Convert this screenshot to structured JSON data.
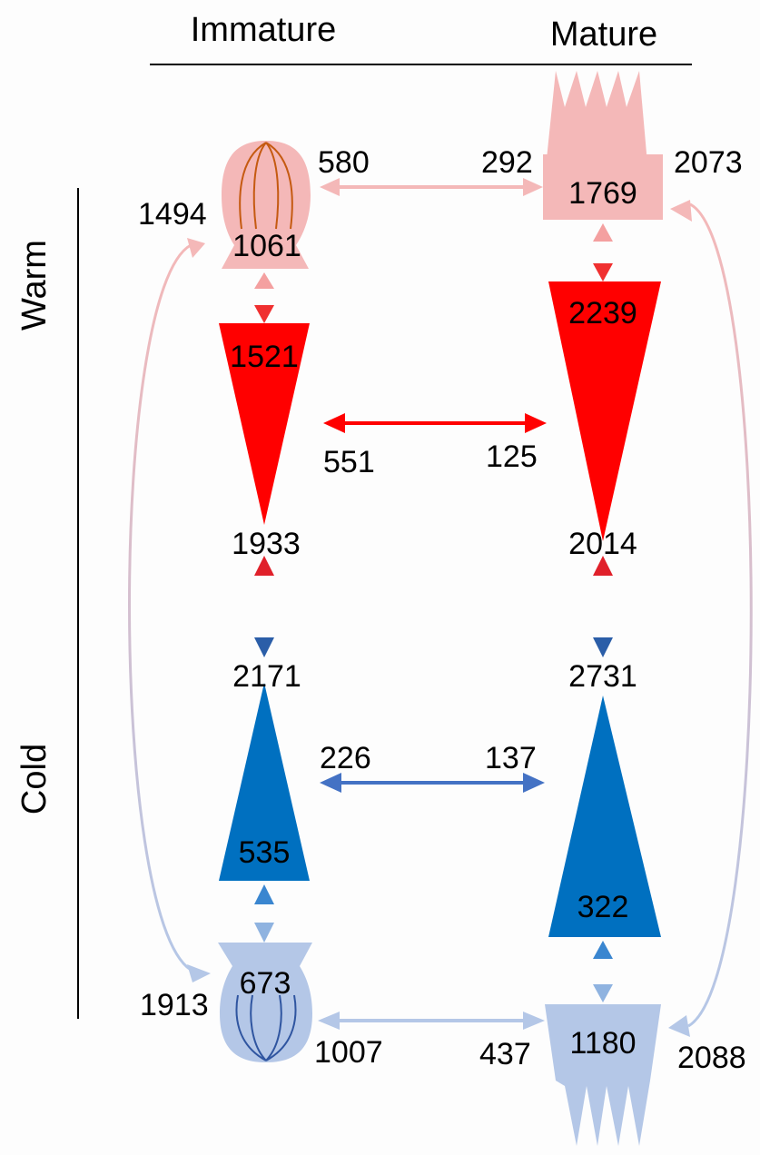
{
  "headers": {
    "immature": "Immature",
    "mature": "Mature",
    "warm": "Warm",
    "cold": "Cold"
  },
  "colors": {
    "warm_light": "#f4b8b8",
    "warm": "#ff0000",
    "cold": "#0070c0",
    "cold_light": "#b4c7e7",
    "warm_arrow": "#f46a6a",
    "cold_arrow": "#4472c4"
  },
  "icons": {
    "warm_immature": "flower-bud-icon",
    "warm_mature": "open-flower-icon",
    "cold_immature": "flower-bud-icon",
    "cold_mature": "open-flower-icon"
  },
  "labels": {
    "warm_imm_left": "1494",
    "warm_imm_count": "1061",
    "warm_imm_to_mat": "580",
    "warm_mat_from_imm": "292",
    "warm_mat_count": "1769",
    "warm_mat_right": "2073",
    "warm_imm_tri": "1521",
    "warm_mat_tri": "2239",
    "warm_mid_left": "551",
    "warm_mid_right": "125",
    "warm_imm_bottom": "1933",
    "warm_mat_bottom": "2014",
    "cold_imm_top": "2171",
    "cold_mat_top": "2731",
    "cold_mid_left": "226",
    "cold_mid_right": "137",
    "cold_imm_tri": "535",
    "cold_mat_tri": "322",
    "cold_imm_left": "1913",
    "cold_imm_count": "673",
    "cold_bottom_left": "1007",
    "cold_bottom_right": "437",
    "cold_mat_count": "1180",
    "cold_mat_right": "2088"
  }
}
